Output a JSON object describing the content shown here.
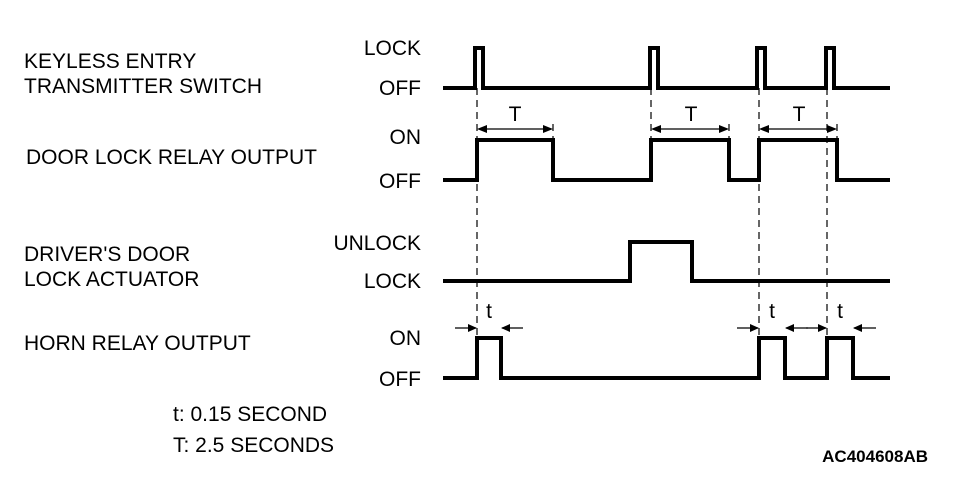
{
  "signals": [
    {
      "id": "transmitter",
      "label_lines": [
        "KEYLESS ENTRY",
        "TRANSMITTER SWITCH"
      ],
      "high_label": "LOCK",
      "low_label": "OFF"
    },
    {
      "id": "door-lock-relay",
      "label_lines": [
        "DOOR LOCK RELAY OUTPUT"
      ],
      "high_label": "ON",
      "low_label": "OFF"
    },
    {
      "id": "driver-actuator",
      "label_lines": [
        "DRIVER'S DOOR",
        "LOCK ACTUATOR"
      ],
      "high_label": "UNLOCK",
      "low_label": "LOCK"
    },
    {
      "id": "horn-relay",
      "label_lines": [
        "HORN RELAY OUTPUT"
      ],
      "high_label": "ON",
      "low_label": "OFF"
    }
  ],
  "timing_labels": {
    "long": "T",
    "short": "t"
  },
  "legend": {
    "short": "t: 0.15 SECOND",
    "long": "T: 2.5 SECONDS"
  },
  "figure_code": "AC404608AB"
}
